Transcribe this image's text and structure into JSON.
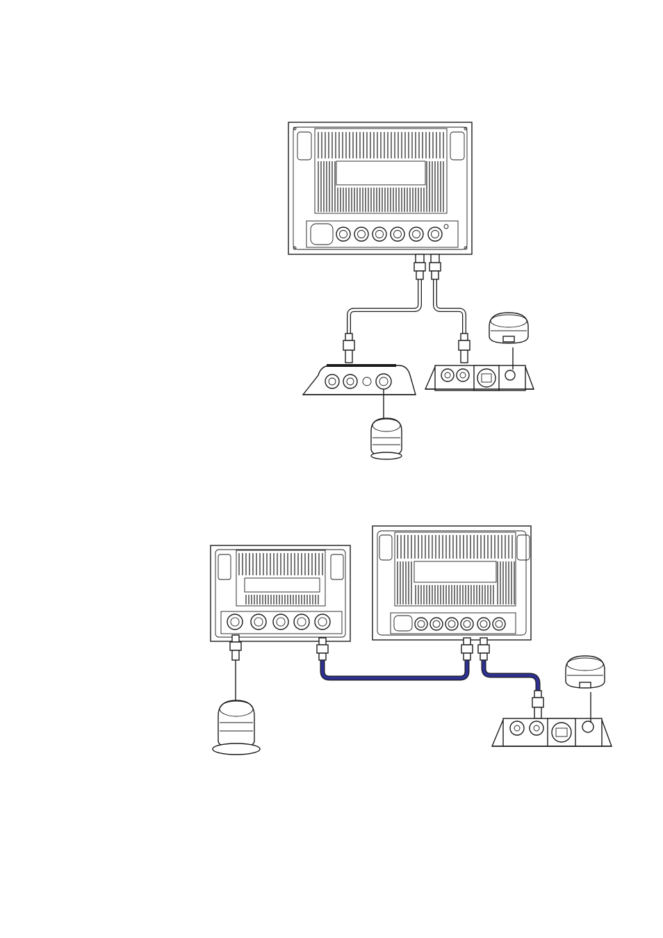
{
  "diagram": {
    "top_configuration": {
      "devices": [
        "display-unit",
        "sonar-module",
        "radar-interface-box",
        "gps-antenna",
        "transducer"
      ],
      "cable_color": "#ffffff"
    },
    "bottom_configuration": {
      "devices": [
        "display-unit-small",
        "display-unit-large",
        "transducer",
        "radar-interface-box",
        "gps-antenna"
      ],
      "cable_color": "#2e3192"
    }
  }
}
